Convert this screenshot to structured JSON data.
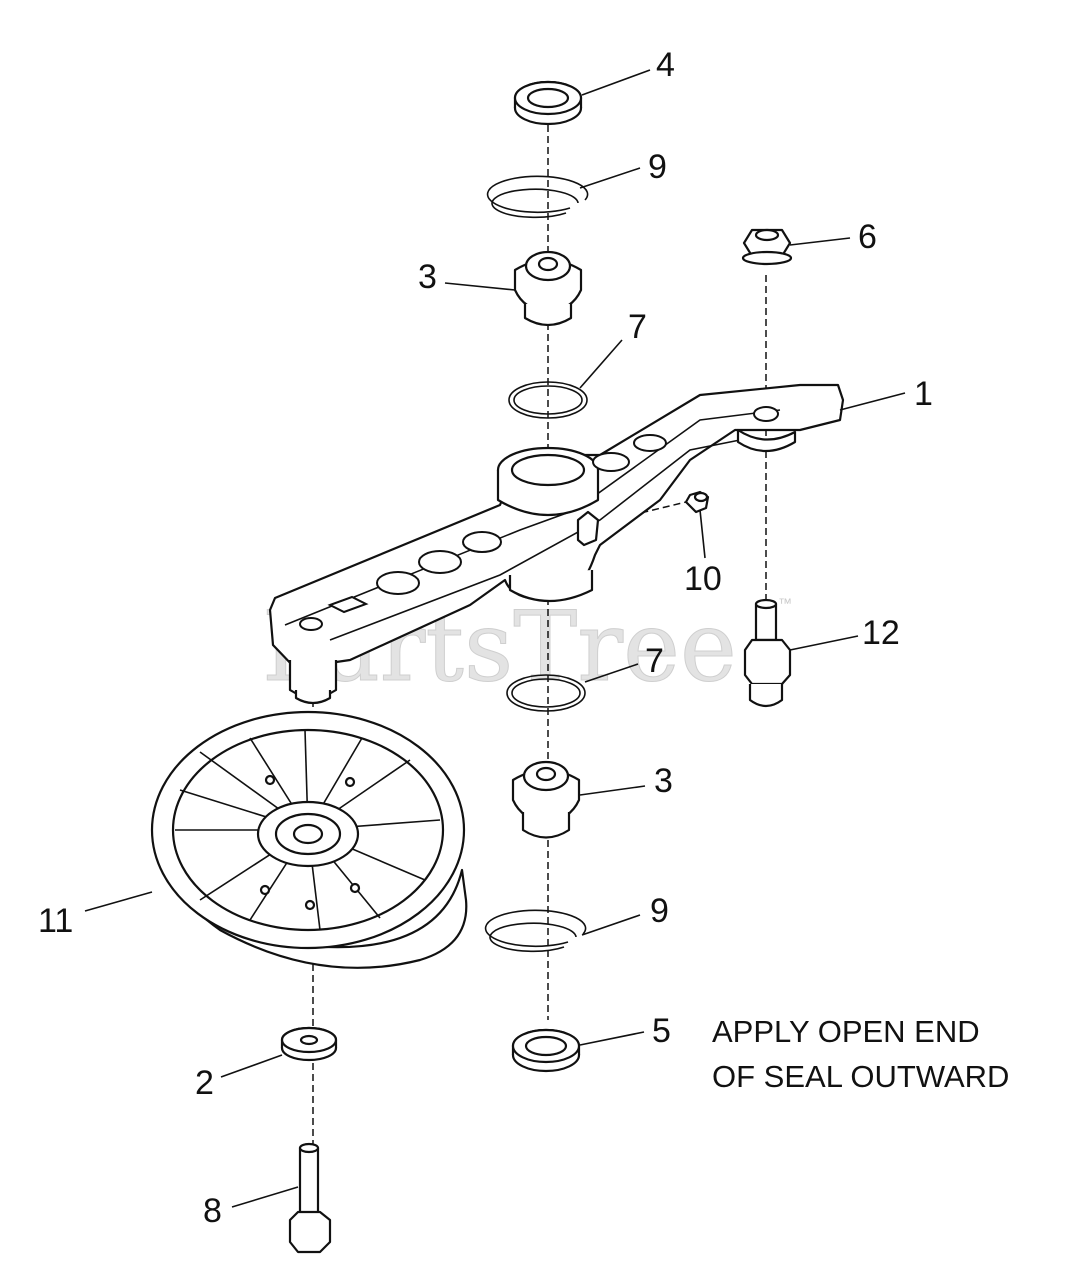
{
  "watermark": {
    "text": "PartsTree",
    "trademark": "™"
  },
  "callouts": [
    {
      "id": "1",
      "label": "1"
    },
    {
      "id": "2",
      "label": "2"
    },
    {
      "id": "3a",
      "label": "3"
    },
    {
      "id": "3b",
      "label": "3"
    },
    {
      "id": "4",
      "label": "4"
    },
    {
      "id": "5",
      "label": "5"
    },
    {
      "id": "6",
      "label": "6"
    },
    {
      "id": "7a",
      "label": "7"
    },
    {
      "id": "7b",
      "label": "7"
    },
    {
      "id": "8",
      "label": "8"
    },
    {
      "id": "9a",
      "label": "9"
    },
    {
      "id": "9b",
      "label": "9"
    },
    {
      "id": "10",
      "label": "10"
    },
    {
      "id": "11",
      "label": "11"
    },
    {
      "id": "12",
      "label": "12"
    }
  ],
  "note": {
    "line1": "APPLY OPEN END",
    "line2": "OF SEAL OUTWARD"
  }
}
